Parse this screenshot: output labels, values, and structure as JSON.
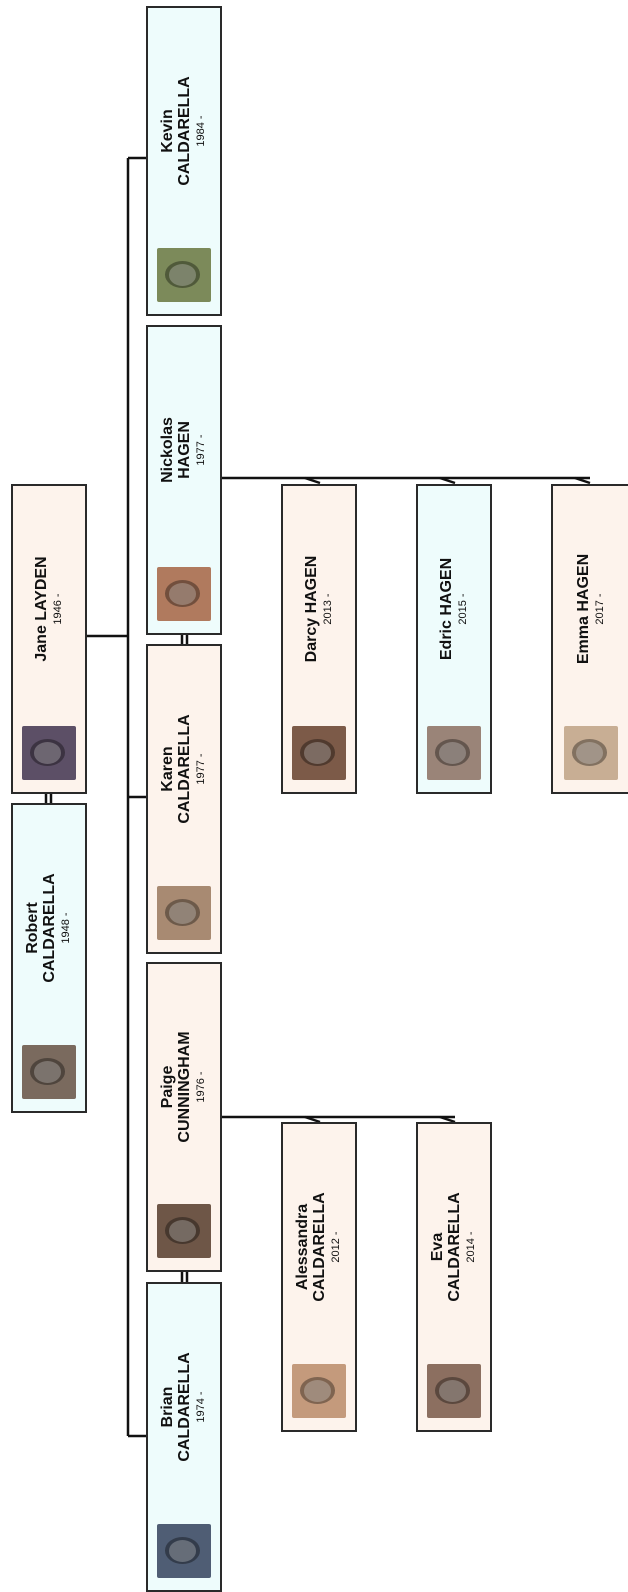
{
  "people": {
    "robert": {
      "first": "Robert",
      "last": "CALDARELLA",
      "years": "1948 -"
    },
    "jane": {
      "first": "Jane",
      "last": "LAYDEN",
      "years": "1946 -"
    },
    "brian": {
      "first": "Brian",
      "last": "CALDARELLA",
      "years": "1974 -"
    },
    "paige": {
      "first": "Paige",
      "last": "CUNNINGHAM",
      "years": "1976 -"
    },
    "karen": {
      "first": "Karen",
      "last": "CALDARELLA",
      "years": "1977 -"
    },
    "nickolas": {
      "first": "Nickolas",
      "last": "HAGEN",
      "years": "1977 -"
    },
    "kevin": {
      "first": "Kevin",
      "last": "CALDARELLA",
      "years": "1984 -"
    },
    "alessandra": {
      "first": "Alessandra",
      "last": "CALDARELLA",
      "years": "2012 -"
    },
    "eva": {
      "first": "Eva",
      "last": "CALDARELLA",
      "years": "2014 -"
    },
    "darcy": {
      "first": "Darcy",
      "last": "HAGEN",
      "years": "2013 -"
    },
    "edric": {
      "first": "Edric",
      "last": "HAGEN",
      "years": "2015 -"
    },
    "emma": {
      "first": "Emma",
      "last": "HAGEN",
      "years": "2017 -"
    }
  },
  "colors": {
    "male_fill": "#eefcfc",
    "female_fill": "#fdf3ec",
    "border": "#2a2a2a",
    "line": "#111111"
  },
  "photos": {
    "robert": "portrait-photo",
    "jane": "portrait-photo",
    "brian": "portrait-photo",
    "paige": "portrait-photo",
    "karen": "portrait-photo",
    "nickolas": "portrait-photo",
    "kevin": "portrait-photo",
    "alessandra": "portrait-photo",
    "eva": "portrait-photo",
    "darcy": "portrait-photo",
    "edric": "portrait-photo",
    "emma": "portrait-photo"
  }
}
